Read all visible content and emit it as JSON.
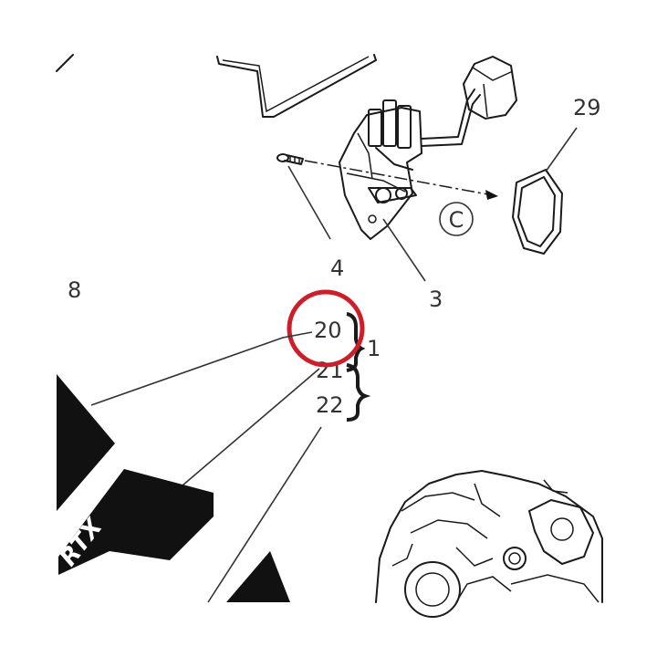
{
  "callouts": {
    "c29": "29",
    "c4": "4",
    "c3": "3",
    "c8": "8",
    "c20": "20",
    "c21": "21",
    "c22": "22",
    "c1": "1"
  },
  "view_marker": "C",
  "decal_text": "RTX",
  "colors": {
    "highlight": "#cc1f2a",
    "ink": "#1a1a1a",
    "background": "#ffffff"
  }
}
